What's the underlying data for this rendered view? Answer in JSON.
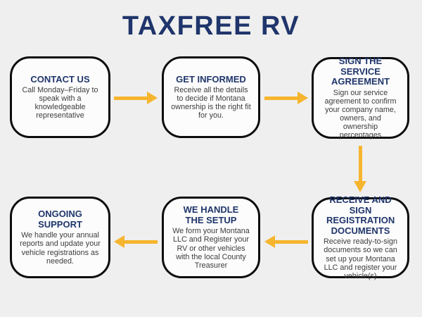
{
  "title": "TAXFREE RV",
  "colors": {
    "background": "#efefef",
    "box_bg": "#fcfcfc",
    "box_border": "#0d0d0d",
    "heading": "#1f356b",
    "body_text": "#3c3c3e",
    "arrow": "#f6b52e"
  },
  "steps": [
    {
      "title": "CONTACT US",
      "description": "Call Monday–Friday to speak with a knowledgeable representative"
    },
    {
      "title": "GET INFORMED",
      "description": "Receive all the details to decide if Montana ownership is the right fit for you."
    },
    {
      "title": "SIGN THE SERVICE AGREEMENT",
      "description": "Sign our service agreement to confirm your company name, owners, and ownership percentages"
    },
    {
      "title": "RECEIVE AND SIGN REGISTRATION DOCUMENTS",
      "description": "Receive ready-to-sign documents so we can set up your Montana LLC and register your vehicle(s)"
    },
    {
      "title": "WE HANDLE THE SETUP",
      "description": "We form your Montana LLC and Register your RV or other vehicles with the local County Treasurer"
    },
    {
      "title": "ONGOING SUPPORT",
      "description": "We handle your annual reports and update your vehicle registrations as needed."
    }
  ],
  "arrows": [
    {
      "direction": "right",
      "from": "CONTACT US",
      "to": "GET INFORMED"
    },
    {
      "direction": "right",
      "from": "GET INFORMED",
      "to": "SIGN THE SERVICE AGREEMENT"
    },
    {
      "direction": "down",
      "from": "SIGN THE SERVICE AGREEMENT",
      "to": "RECEIVE AND SIGN REGISTRATION DOCUMENTS"
    },
    {
      "direction": "left",
      "from": "RECEIVE AND SIGN REGISTRATION DOCUMENTS",
      "to": "WE HANDLE THE SETUP"
    },
    {
      "direction": "left",
      "from": "WE HANDLE THE SETUP",
      "to": "ONGOING SUPPORT"
    }
  ]
}
